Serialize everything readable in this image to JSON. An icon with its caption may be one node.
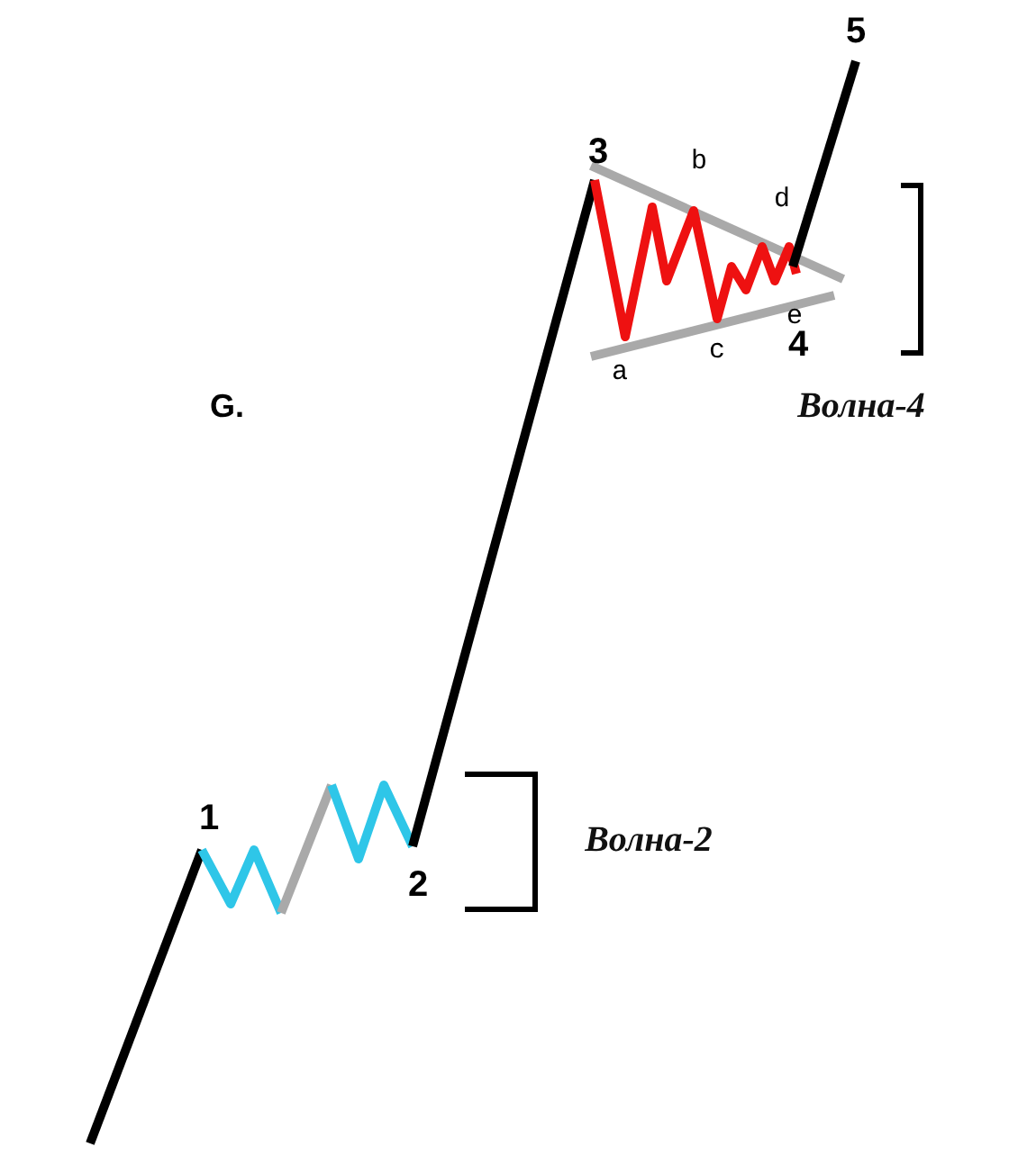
{
  "diagram": {
    "labels": [
      "5",
      "3",
      "b",
      "d",
      "e",
      "4",
      "a",
      "c",
      "Волна-4",
      "G.",
      "1",
      "2",
      "Волна-2"
    ]
  }
}
